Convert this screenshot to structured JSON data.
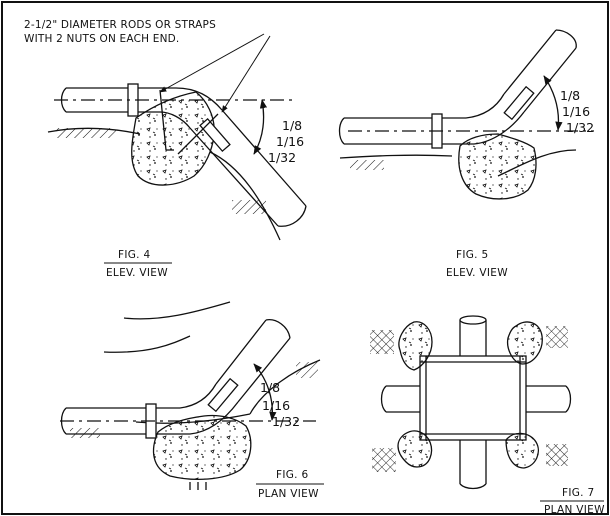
{
  "note": {
    "line1": "2-1/2\" DIAMETER RODS OR STRAPS",
    "line2": "WITH 2 NUTS ON EACH END."
  },
  "angles": {
    "eighth": "1/8",
    "sixteenth": "1/16",
    "thirty_second": "1/32"
  },
  "figures": [
    {
      "number": "FIG. 4",
      "view": "ELEV. VIEW"
    },
    {
      "number": "FIG. 5",
      "view": "ELEV. VIEW"
    },
    {
      "number": "FIG. 6",
      "view": "PLAN VIEW"
    },
    {
      "number": "FIG. 7",
      "view": "PLAN VIEW"
    }
  ],
  "colors": {
    "line": "#111111",
    "background": "#ffffff"
  }
}
